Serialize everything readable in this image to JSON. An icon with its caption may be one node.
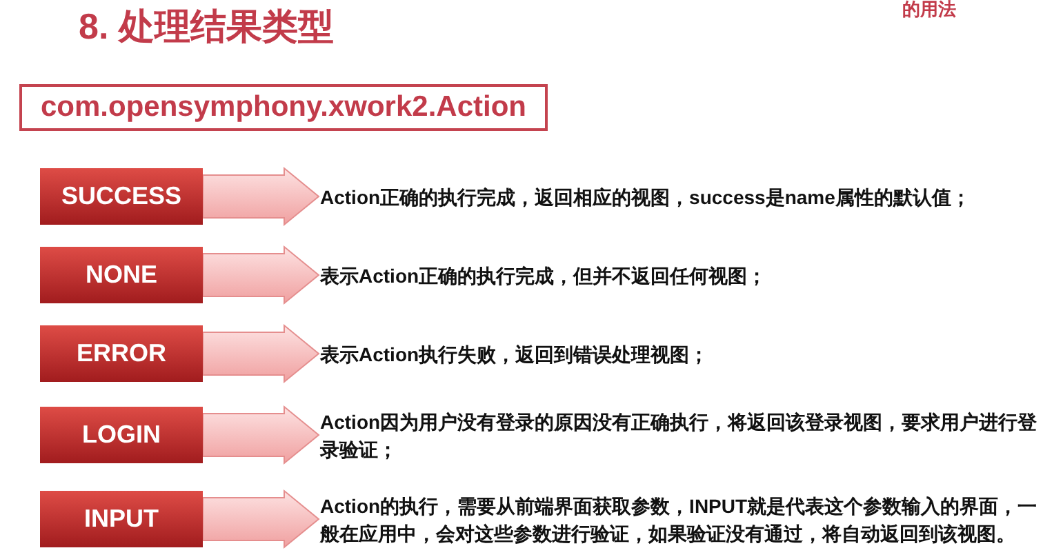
{
  "diagram": {
    "title": "8. 处理结果类型",
    "nodes": [
      {
        "text": [
          "com.opensymphony.xwork2.Action"
        ]
      },
      {
        "text": [
          "SUCCESS"
        ]
      },
      {
        "text": [
          "Action正确的执行完成，返回相应的视图，success是name属性的默认值；"
        ]
      },
      {
        "text": [
          "NONE"
        ]
      },
      {
        "text": [
          "表示Action正确的执行完成，但并不返回任何视图；"
        ]
      },
      {
        "text": [
          "ERROR"
        ]
      },
      {
        "text": [
          "表示Action执行失败，返回到错误处理视图；"
        ]
      },
      {
        "text": [
          "LOGIN"
        ]
      },
      {
        "text": [
          "Action因为用户没有登录的原因没有正确执行，将返回该登录视图，要求用户进行登录验证；"
        ]
      },
      {
        "text": [
          "INPUT"
        ]
      },
      {
        "text": [
          "Action的执行，需要从前端界面获取参数，INPUT就是代表这个参数输入的界面，一般在应用中，会对这些参数进行验证，如果验证没有通过，将自动返回到该视图。"
        ]
      }
    ],
    "edges": [
      {
        "from": 1,
        "to": 2,
        "arrow": "to"
      },
      {
        "from": 3,
        "to": 4,
        "arrow": "to"
      },
      {
        "from": 5,
        "to": 6,
        "arrow": "to"
      },
      {
        "from": 7,
        "to": 8,
        "arrow": "to"
      },
      {
        "from": 9,
        "to": 10,
        "arrow": "to"
      }
    ],
    "labels": [
      "的用法"
    ]
  }
}
